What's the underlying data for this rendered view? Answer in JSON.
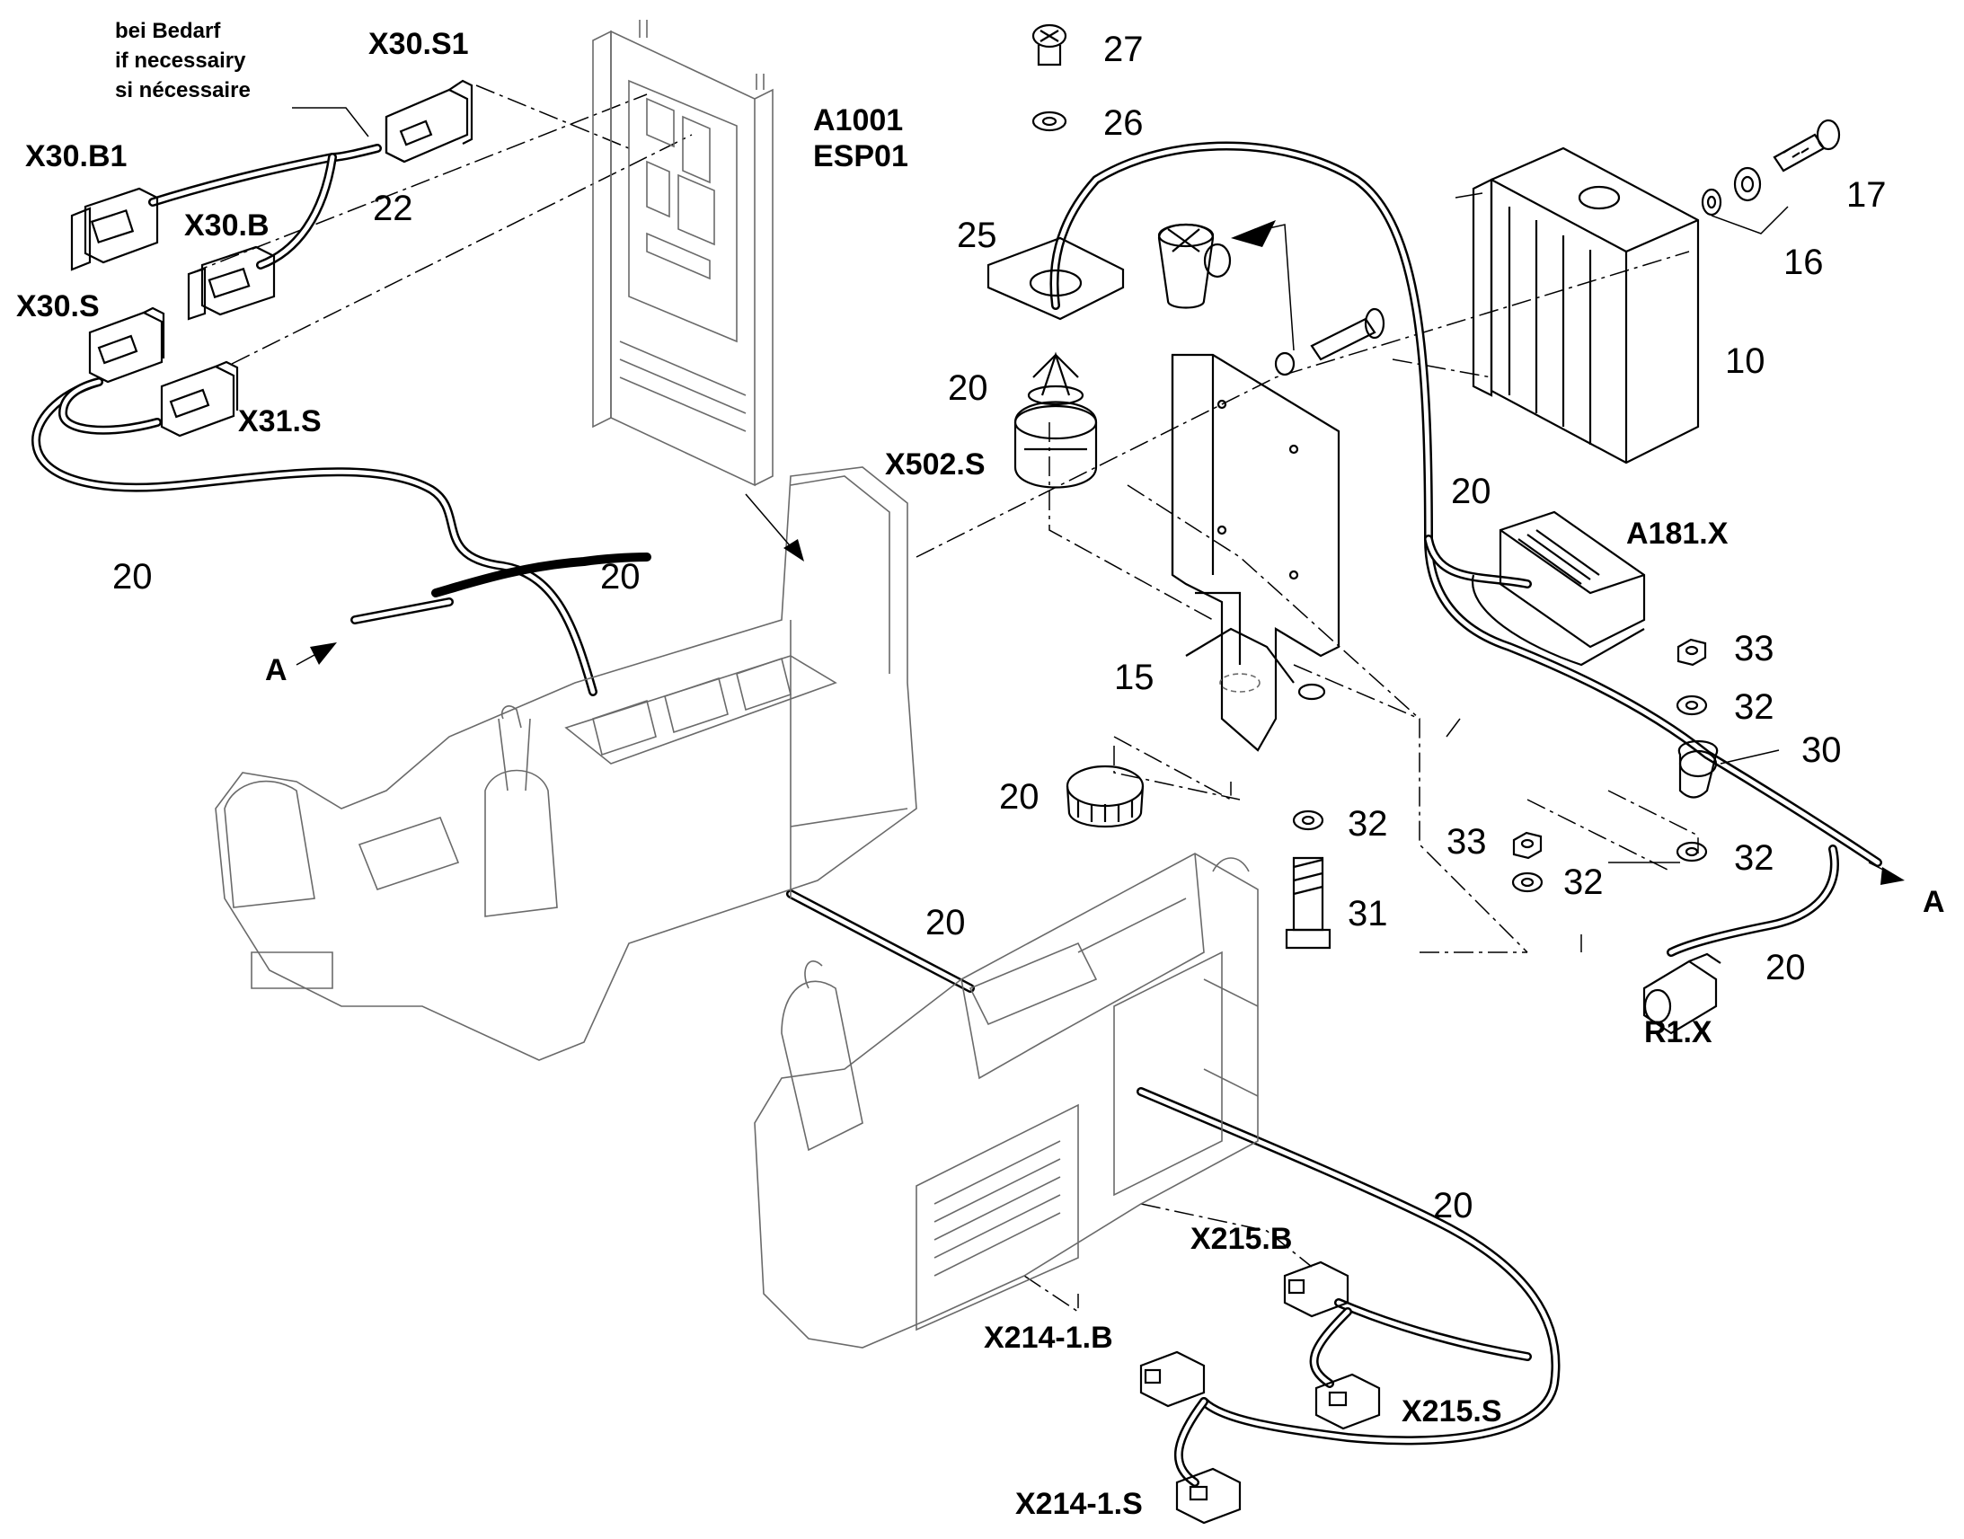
{
  "note": {
    "lines": [
      "bei Bedarf",
      "if necessairy",
      "si nécessaire"
    ]
  },
  "connector_labels": {
    "x30_s1": "X30.S1",
    "x30_b1": "X30.B1",
    "x30_b": "X30.B",
    "x30_s": "X30.S",
    "x31_s": "X31.S",
    "a1001": "A1001",
    "esp01": "ESP01",
    "x502_s": "X502.S",
    "a181_x": "A181.X",
    "r1_x": "R1.X",
    "x215_b": "X215.B",
    "x215_s": "X215.S",
    "x214_1_b": "X214-1.B",
    "x214_1_s": "X214-1.S"
  },
  "part_numbers": {
    "p27": "27",
    "p26": "26",
    "p25": "25",
    "p20_connector": "20",
    "p17": "17",
    "p16": "16",
    "p10": "10",
    "p20_a181": "20",
    "p22": "22",
    "p20_left_a": "20",
    "p20_left_b": "20",
    "p15": "15",
    "p20_ring": "20",
    "p33_top": "33",
    "p32_top": "32",
    "p30": "30",
    "p32_mid": "32",
    "p31": "31",
    "p33_mid": "33",
    "p32_low": "32",
    "p32_right": "32",
    "p20_center": "20",
    "p20_r1": "20",
    "p20_bottom": "20"
  },
  "reference_marks": {
    "left_a": "A",
    "right_a": "A"
  },
  "icons": [
    "d-sub-connector-icon",
    "round-connector-icon",
    "control-module-icon",
    "plug-icon",
    "screw-icon",
    "washer-icon",
    "nut-icon",
    "bracket-icon",
    "cable-clamp-icon",
    "operator-console-icon",
    "dust-cap-icon",
    "ring-nut-icon"
  ]
}
